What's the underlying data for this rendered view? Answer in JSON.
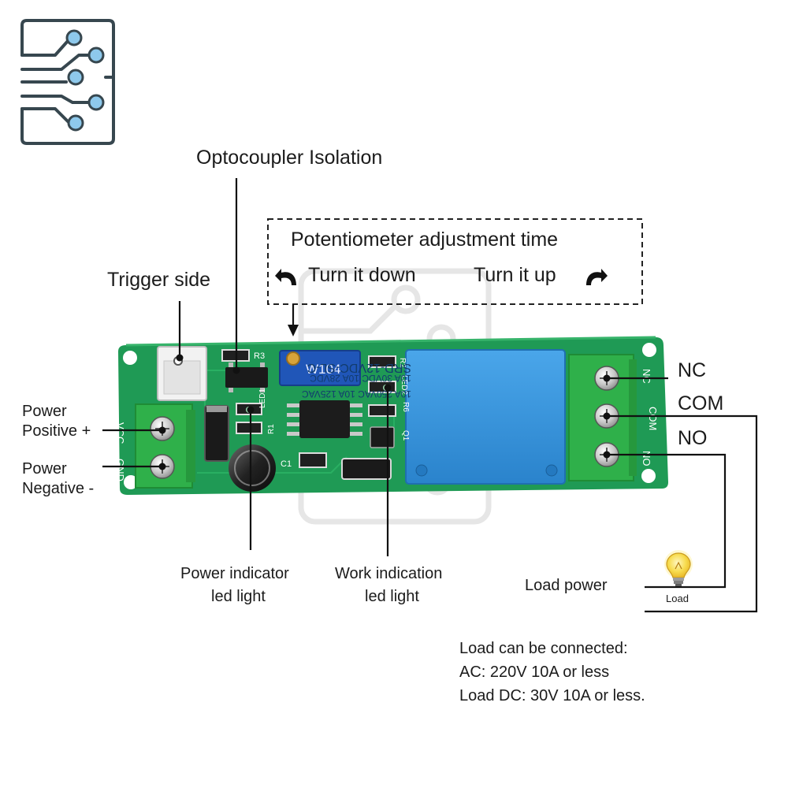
{
  "labels": {
    "optocoupler": "Optocoupler Isolation",
    "trigger_side": "Trigger side",
    "pot_title": "Potentiometer adjustment time",
    "turn_down": "Turn it down",
    "turn_up": "Turn it up",
    "power_positive": [
      "Power",
      "Positive +"
    ],
    "power_negative": [
      "Power",
      "Negative -"
    ],
    "nc": "NC",
    "com": "COM",
    "no": "NO",
    "power_led": [
      "Power indicator",
      "led light"
    ],
    "work_led": [
      "Work indication",
      "led light"
    ],
    "load_power": "Load power",
    "load": "Load"
  },
  "load_spec": [
    "Load can be connected:",
    "AC: 220V 10A or less",
    "Load DC: 30V 10A or less."
  ],
  "board": {
    "relay_text": [
      "SRD-12VDC-SL-C",
      "10A 250VAC  10A 125VAC",
      "10A 30VDC  10A 28VDC"
    ],
    "pot_marking": "W104",
    "input_pins": [
      "VCC",
      "GND"
    ],
    "output_pins": [
      "NC",
      "COM",
      "NO"
    ],
    "silkscreen": [
      "R3",
      "LED1",
      "R1",
      "C1",
      "R2",
      "LED2",
      "R6",
      "Q1"
    ]
  },
  "colors": {
    "pcb": "#1f9a55",
    "terminal": "#2fb04a",
    "relay": "#2f8fd8",
    "pot": "#2056b8",
    "logo_stroke": "#37474f",
    "logo_dot": "#8ec9ec",
    "bulb": "#f5d33c"
  },
  "icons": [
    "circuit-logo-icon",
    "curved-arrow-left-icon",
    "curved-arrow-right-icon",
    "light-bulb-icon"
  ]
}
